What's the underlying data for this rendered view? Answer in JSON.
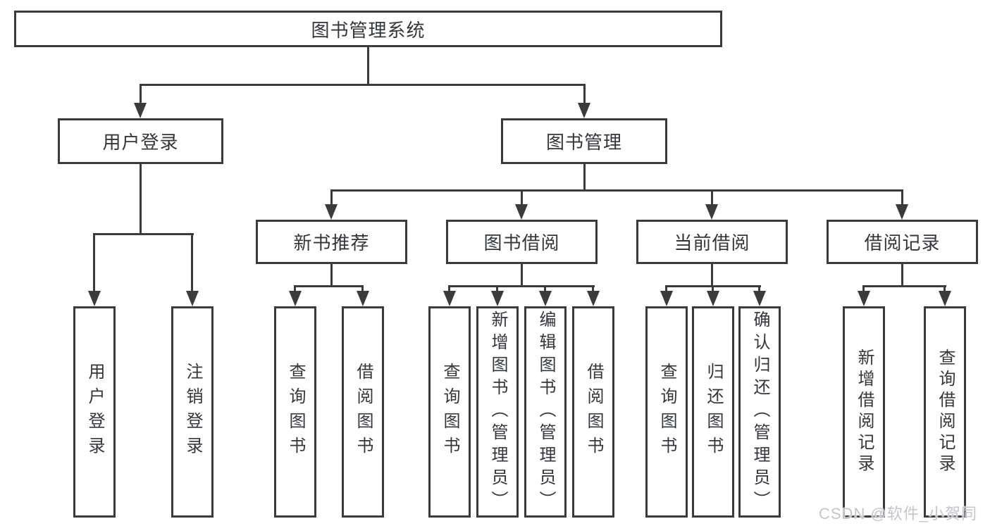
{
  "diagram": {
    "root": "图书管理系统",
    "level1": [
      "用户登录",
      "图书管理"
    ],
    "level2": [
      "新书推荐",
      "图书借阅",
      "当前借阅",
      "借阅记录"
    ],
    "leaves": {
      "user_login": [
        "用户登录",
        "注销登录"
      ],
      "new_books": [
        "查询图书",
        "借阅图书"
      ],
      "book_borrow": [
        "查询图书",
        "新增图书（管理员）",
        "编辑图书（管理员）",
        "借阅图书"
      ],
      "current_borrow": [
        "查询图书",
        "归还图书",
        "确认归还（管理员）"
      ],
      "borrow_records": [
        "新增借阅记录",
        "查询借阅记录"
      ]
    },
    "colors": {
      "line": "#3b3b3b",
      "text": "#33373b",
      "background": "#ffffff",
      "watermark": "#c3c7cd"
    }
  },
  "watermark": "CSDN @软件_小贺同学"
}
